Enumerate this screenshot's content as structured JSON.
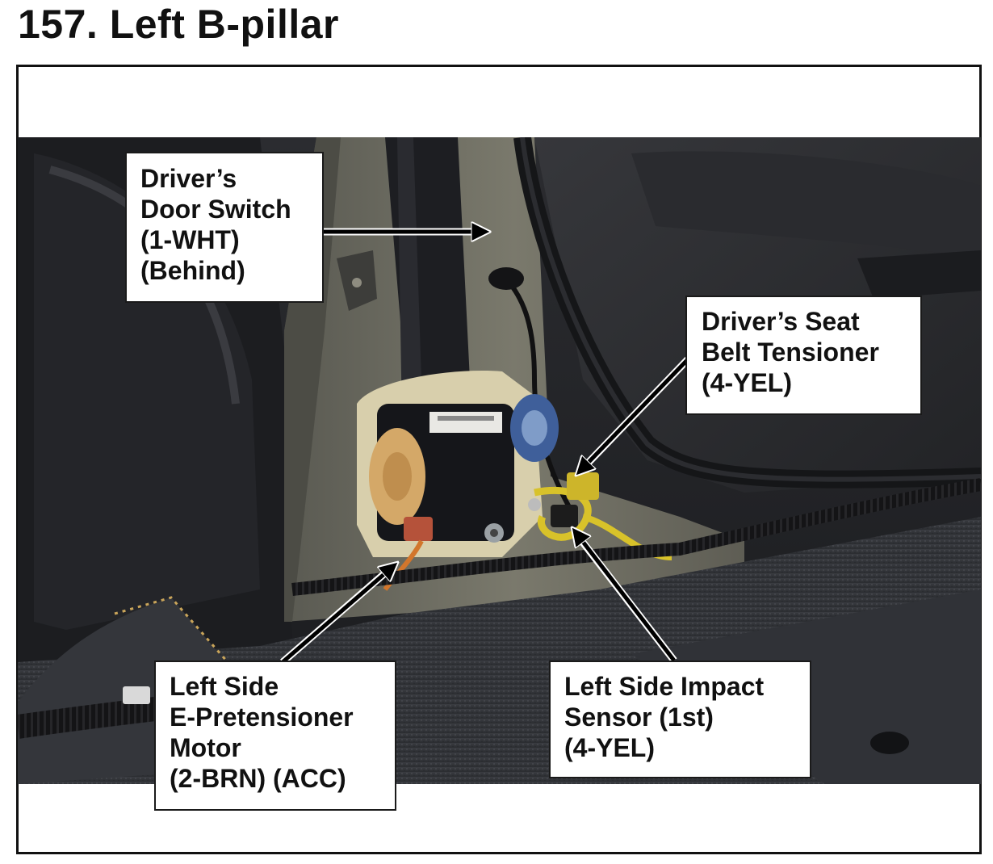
{
  "page": {
    "title": "157.  Left B-pillar"
  },
  "callouts": {
    "door_switch": [
      "Driver’s",
      "Door Switch",
      "(1-WHT)",
      "(Behind)"
    ],
    "seat_belt_tensioner": [
      "Driver’s Seat",
      "Belt Tensioner",
      "(4-YEL)"
    ],
    "e_pretensioner_motor": [
      "Left Side",
      "E-Pretensioner",
      "Motor",
      "(2-BRN) (ACC)"
    ],
    "impact_sensor": [
      "Left Side Impact",
      "Sensor (1st)",
      "(4-YEL)"
    ]
  },
  "colors": {
    "harness_yellow": "#d8c22a",
    "connector_brown": "#b5523a",
    "carpet": "#3b3d42",
    "pillar_trim": "#6f6e62"
  }
}
